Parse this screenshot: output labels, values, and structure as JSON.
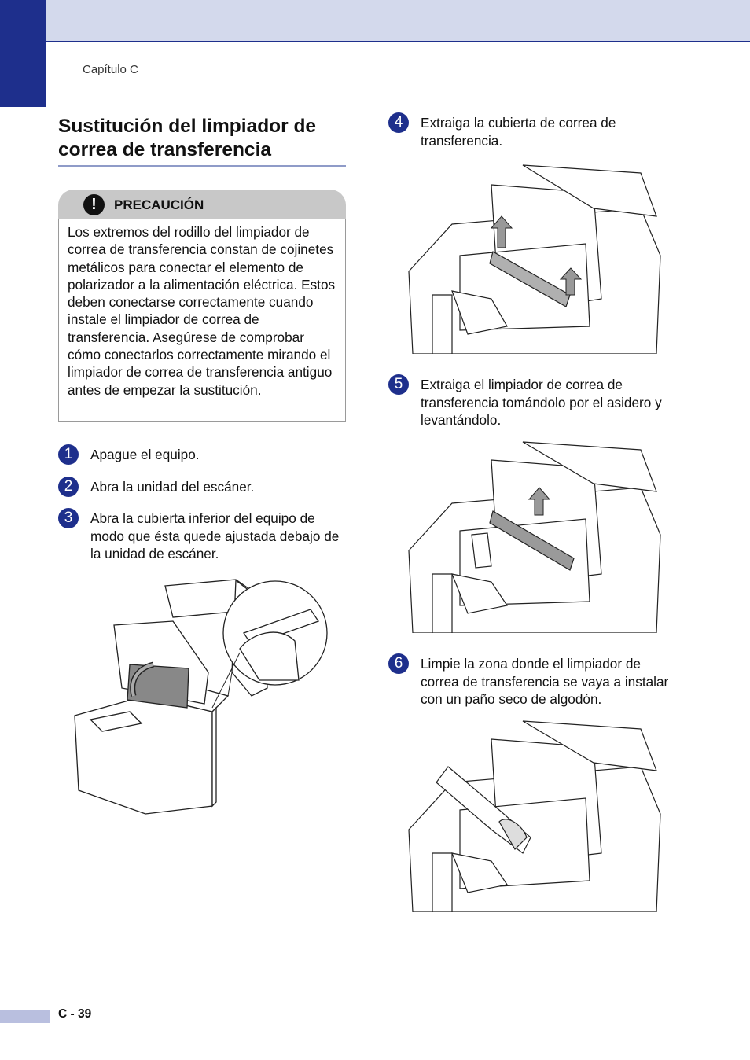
{
  "header": {
    "chapter": "Capítulo C"
  },
  "section": {
    "title": "Sustitución del limpiador de correa de transferencia"
  },
  "caution": {
    "icon": "exclamation-icon",
    "label": "PRECAUCIÓN",
    "text": "Los extremos del rodillo del limpiador de correa de transferencia constan de cojinetes metálicos para conectar el elemento de polarizador a la alimentación eléctrica. Estos deben conectarse correctamente cuando instale el limpiador de correa de transferencia. Asegúrese de comprobar cómo conectarlos correctamente mirando el limpiador de correa de transferencia antiguo antes de empezar la sustitución."
  },
  "steps": [
    {
      "num": "1",
      "text": "Apague el equipo."
    },
    {
      "num": "2",
      "text": "Abra la unidad del escáner."
    },
    {
      "num": "3",
      "text": "Abra la cubierta inferior del equipo de modo que ésta quede ajustada debajo de la unidad de escáner."
    },
    {
      "num": "4",
      "text": "Extraiga la cubierta de correa de transferencia."
    },
    {
      "num": "5",
      "text": "Extraiga el limpiador de correa de transferencia tomándolo por el asidero y levantándolo."
    },
    {
      "num": "6",
      "text": "Limpie la zona donde el limpiador de correa de transferencia se vaya a instalar con un paño seco de algodón."
    }
  ],
  "footer": {
    "page": "C - 39"
  },
  "colors": {
    "accent": "#1e2f8c",
    "header_band": "#d3d9ec",
    "caution_head": "#c8c8c8"
  }
}
